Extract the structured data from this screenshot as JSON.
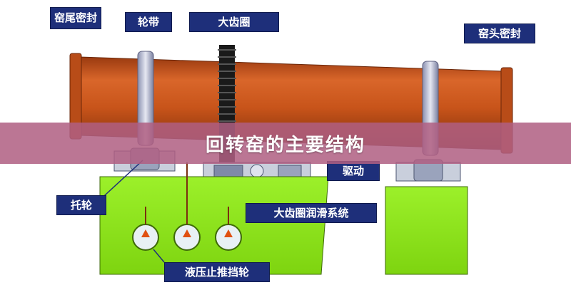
{
  "labels": {
    "kiln_tail_seal": "窑尾密封",
    "tire": "轮带",
    "girth_gear": "大齿圈",
    "kiln_head_seal": "窑头密封",
    "drive": "驱动",
    "support_roller": "托轮",
    "gear_lubrication": "大齿圈润滑系统",
    "hydraulic_thrust_roller": "液压止推挡轮"
  },
  "banner": {
    "title": "回转窑的主要结构"
  },
  "colors": {
    "kiln_shell": "#c8541a",
    "base": "#8ce619",
    "label_bg": "#1e2f7a",
    "banner_overlay": "#b06082",
    "tire_ring": "#b8bdd6"
  }
}
